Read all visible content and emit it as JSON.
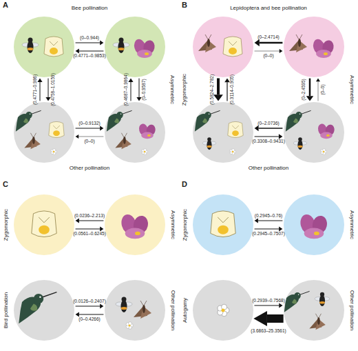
{
  "diagram": {
    "nodes": [
      {
        "text": []
      },
      {
        "text": []
      },
      {
        "text": []
      },
      {
        "text": []
      },
      {
        "text": []
      },
      {
        "text": []
      },
      {
        "text": []
      },
      {
        "text": []
      },
      {
        "text": [
          "Zygomorphic"
        ]
      },
      {
        "text": [
          "Asymmetric"
        ]
      },
      {
        "text": [
          "Bird pollination"
        ]
      },
      {
        "text": [
          "Other pollination"
        ]
      },
      {
        "text": [
          "Zygomorphic"
        ]
      },
      {
        "text": [
          "Asymmetric"
        ]
      },
      {
        "text": [
          "Autogamy"
        ]
      },
      {
        "text": [
          "Other pollination"
        ]
      }
    ],
    "edges": [
      {
        "from": 0,
        "to": 1,
        "arrow": "to",
        "label": "(0–0.944)"
      },
      {
        "from": 1,
        "to": 0,
        "arrow": "to",
        "label": "(0.4771–0.9853)"
      },
      {
        "from": 2,
        "to": 0,
        "arrow": "to",
        "label": "(0.4771–0.986)"
      },
      {
        "from": 0,
        "to": 2,
        "arrow": "to",
        "label": "(0.4758–1.0159)"
      },
      {
        "from": 3,
        "to": 1,
        "arrow": "to",
        "label": "(0.4687–0.9864)"
      },
      {
        "from": 1,
        "to": 3,
        "arrow": "to",
        "label": "(0–0.9587)"
      },
      {
        "from": 2,
        "to": 3,
        "arrow": "to",
        "label": "(0–0.9132)"
      },
      {
        "from": 3,
        "to": 2,
        "arrow": "to",
        "label": "(0–0)"
      },
      {
        "from": 5,
        "to": 4,
        "arrow": "to",
        "label": "(0–2.4714)"
      },
      {
        "from": 4,
        "to": 5,
        "arrow": "to",
        "label": "(0–0)"
      },
      {
        "from": 4,
        "to": 6,
        "arrow": "to",
        "label": "(0.5824–2.782)"
      },
      {
        "from": 6,
        "to": 4,
        "arrow": "to",
        "label": "(0.3114–0.905)"
      },
      {
        "from": 5,
        "to": 7,
        "arrow": "to",
        "label": "(0–2.4595)"
      },
      {
        "from": 7,
        "to": 5,
        "arrow": "to",
        "label": "(0–0)"
      },
      {
        "from": 7,
        "to": 6,
        "arrow": "to",
        "label": "(0–2.0736)"
      },
      {
        "from": 6,
        "to": 7,
        "arrow": "to",
        "label": "(0.3308–0.9431)"
      },
      {
        "from": 9,
        "to": 8,
        "arrow": "to",
        "label": "(0.0236–2.213)"
      },
      {
        "from": 8,
        "to": 9,
        "arrow": "to",
        "label": "(0.0561–0.6245)"
      },
      {
        "from": 10,
        "to": 11,
        "arrow": "to",
        "label": "(0.0126–0.2407)"
      },
      {
        "from": 11,
        "to": 10,
        "arrow": "to",
        "label": "(0–0.4266)"
      },
      {
        "from": 13,
        "to": 12,
        "arrow": "to",
        "label": "(0.2945–0.76)"
      },
      {
        "from": 12,
        "to": 13,
        "arrow": "to",
        "label": "(0.2945–0.7507)"
      },
      {
        "from": 14,
        "to": 15,
        "arrow": "to",
        "label": "(0.2939–0.7568)"
      },
      {
        "from": 15,
        "to": 14,
        "arrow": "to",
        "label": "(3.6863–25.3561)"
      }
    ],
    "labels": [
      "A",
      "Bee pollination",
      "Asymmetric",
      "Other pollination",
      "B",
      "Lepidoptera and bee pollination",
      "Zygomorphic",
      "Asymmetric",
      "Other pollination",
      "C",
      "D"
    ]
  }
}
